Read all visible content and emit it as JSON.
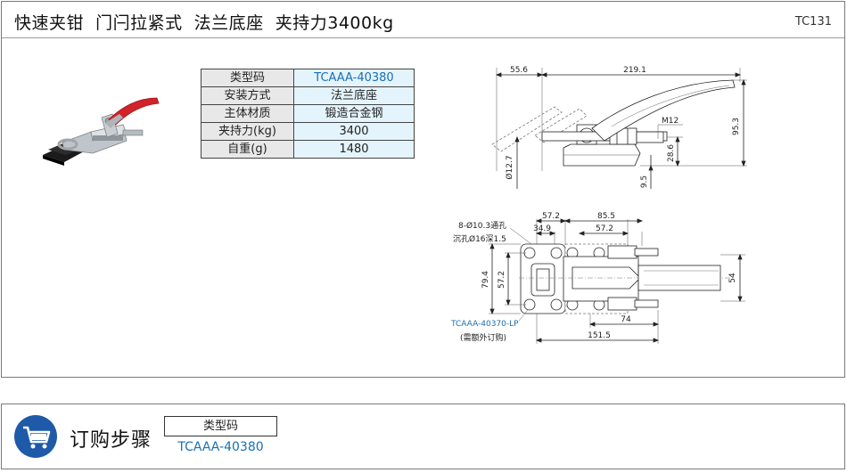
{
  "header": {
    "title": "快速夹钳  门闩拉紧式  法兰底座  夹持力3400kg",
    "code": "TC131"
  },
  "spec_table": [
    {
      "label": "类型码",
      "value": "TCAAA-40380"
    },
    {
      "label": "安装方式",
      "value": "法兰底座"
    },
    {
      "label": "主体材质",
      "value": "锻造合金钢"
    },
    {
      "label": "夹持力(kg)",
      "value": "3400"
    },
    {
      "label": "自重(g)",
      "value": "1480"
    }
  ],
  "side_view": {
    "dim_left": "55.6",
    "dim_length": "219.1",
    "thread": "M12",
    "height": "95.3",
    "dim_28_6": "28.6",
    "dim_9_5": "9.5",
    "pin_diameter": "Ø12.7"
  },
  "top_view": {
    "hole_note_1": "8-Ø10.3通孔",
    "hole_note_2": "沉孔Ø16深1.5",
    "dim_57_2_top": "57.2",
    "dim_34_9": "34.9",
    "dim_85_5": "85.5",
    "dim_57_2_right": "57.2",
    "dim_79_4": "79.4",
    "dim_57_2_vertical": "57.2",
    "dim_54": "54",
    "dim_74": "74",
    "dim_151_5": "151.5",
    "plate_code": "TCAAA-40370-LP",
    "plate_note": "(需额外订购)"
  },
  "order": {
    "title": "订购步骤",
    "box_label": "类型码",
    "code": "TCAAA-40380"
  },
  "colors": {
    "accent_blue": "#1a6fb5",
    "icon_blue": "#1e5aa8",
    "handle_red": "#d2232a",
    "table_label_bg": "#e8e8e8",
    "table_value_bg": "#e4f4fc"
  }
}
